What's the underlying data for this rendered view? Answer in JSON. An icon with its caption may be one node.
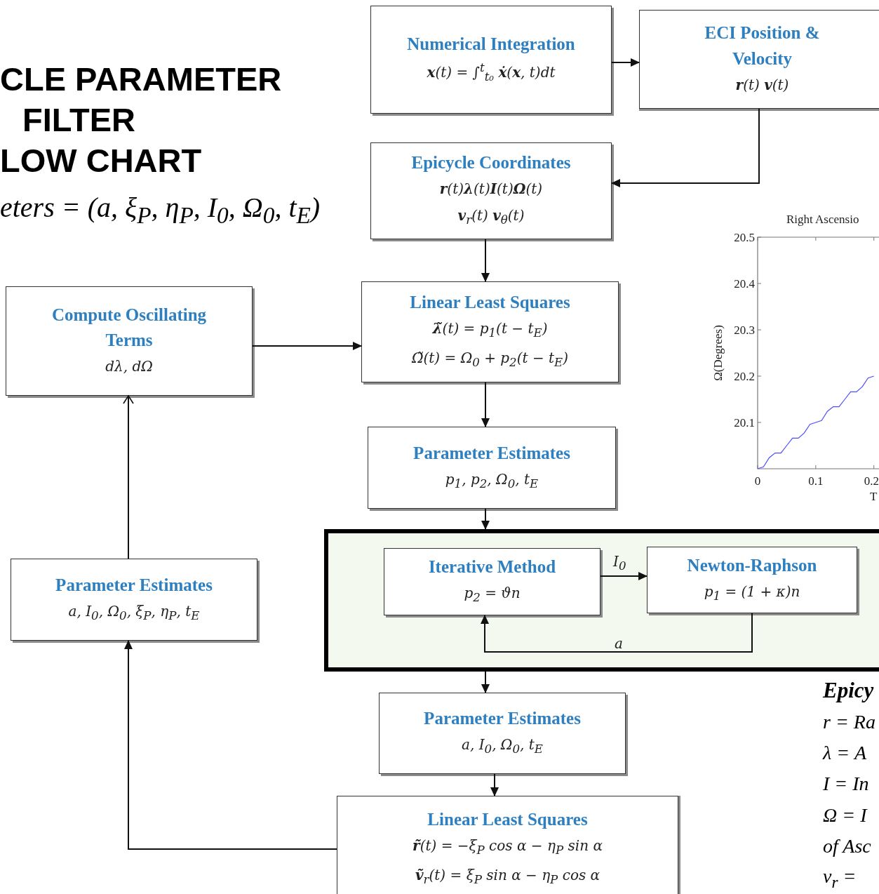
{
  "diagram": {
    "title": "CLE PARAMETER FILTER LOW CHART",
    "nodes": [
      {
        "text": [
          "Numerical Integration",
          "**x**(t) = ∫$^{t}$$_{t₀}$ **ẋ**(**x**, t)dt"
        ]
      },
      {
        "text": [
          "ECI Position & Velocity",
          "**r**(t) **v**(t)"
        ]
      },
      {
        "text": [
          "Epicycle Coordinates",
          "**r**(t)**λ**(t)**I**(t)**Ω**(t)",
          "**v**$_{r}$(t) **v**$_{θ}$(t)"
        ]
      },
      {
        "text": [
          "Compute Oscillating Terms",
          "dλ, dΩ"
        ]
      },
      {
        "text": [
          "Linear Least Squares",
          "**λ̃**(t) = p$_{1}$(t − t$_{E}$)",
          "Ω̃(t) =  Ω$_{0}$ + p$_{2}$(t − t$_{E}$)"
        ]
      },
      {
        "text": [
          "Parameter Estimates",
          "p$_{1}$, p$_{2}$, Ω$_{0}$, t$_{E}$"
        ]
      },
      {
        "text": [],
        "shape": "box"
      },
      {
        "text": [
          "Iterative Method",
          "p$_{2}$ = ϑn"
        ],
        "in": 6
      },
      {
        "text": [
          "Newton-Raphson",
          "p$_{1}$ = (1 + κ)n"
        ],
        "in": 6
      },
      {
        "text": [
          "Parameter Estimates",
          "a, I$_{0}$, Ω$_{0}$, ξ$_{P}$, η$_{P}$, t$_{E}$"
        ]
      },
      {
        "text": [
          "Parameter Estimates",
          "a, I$_{0}$, Ω$_{0}$, t$_{E}$"
        ]
      },
      {
        "text": [
          "Linear Least Squares",
          "**r̃**(t) = −ξ$_{P}$ cos α −  η$_{P}$ sin α",
          "**ṽ**$_{r}$(t) = ξ$_{P}$ sin α − η$_{P}$ cos α"
        ]
      }
    ],
    "edges": [
      {
        "from": 0,
        "to": 1,
        "arrow": "to"
      },
      {
        "from": 1,
        "to": 2,
        "arrow": "to"
      },
      {
        "from": 2,
        "to": 4,
        "arrow": "to"
      },
      {
        "from": 3,
        "to": 4,
        "arrow": "to"
      },
      {
        "from": 4,
        "to": 5,
        "arrow": "to"
      },
      {
        "from": 5,
        "to": 6,
        "arrow": "to"
      },
      {
        "from": 7,
        "to": 8,
        "arrow": "to",
        "label": "I$_{0}$"
      },
      {
        "from": 8,
        "to": 7,
        "arrow": "to",
        "label": "a"
      },
      {
        "from": 6,
        "to": 10,
        "arrow": "to"
      },
      {
        "from": 10,
        "to": 11,
        "arrow": "to"
      },
      {
        "from": 11,
        "to": 9,
        "arrow": "to"
      },
      {
        "from": 9,
        "to": 3,
        "arrow": "to"
      }
    ],
    "labels": [
      "eters = (a, ξ$_{P}$, η$_{P}$, I$_{0}$, Ω$_{0}$, t$_{E}$)",
      "Epicy",
      "r = Ra",
      "λ  = A",
      "I = In",
      "Ω = I",
      "of Asc",
      "v$_{r}$ ="
    ],
    "chart_data": {
      "type": "line",
      "title": "Right Ascensio",
      "xlabel": "T",
      "ylabel": "Ω(Degrees)",
      "x": [
        0,
        0.01,
        0.02,
        0.03,
        0.04,
        0.05,
        0.06,
        0.07,
        0.08,
        0.09,
        0.1,
        0.11,
        0.12,
        0.13,
        0.14,
        0.15,
        0.16,
        0.17,
        0.18,
        0.19,
        0.2
      ],
      "series": [
        {
          "color": "#4d4dff",
          "values": [
            20.0,
            20.004,
            20.024,
            20.034,
            20.034,
            20.05,
            20.066,
            20.066,
            20.077,
            20.096,
            20.1,
            20.104,
            20.124,
            20.134,
            20.134,
            20.15,
            20.166,
            20.166,
            20.177,
            20.196,
            20.2
          ]
        }
      ],
      "xlim": [
        0,
        0.21
      ],
      "ylim": [
        20.0,
        20.5
      ],
      "xticks": [
        0,
        0.1,
        0.2
      ],
      "yticks": [
        20.1,
        20.2,
        20.3,
        20.4,
        20.5
      ]
    }
  }
}
